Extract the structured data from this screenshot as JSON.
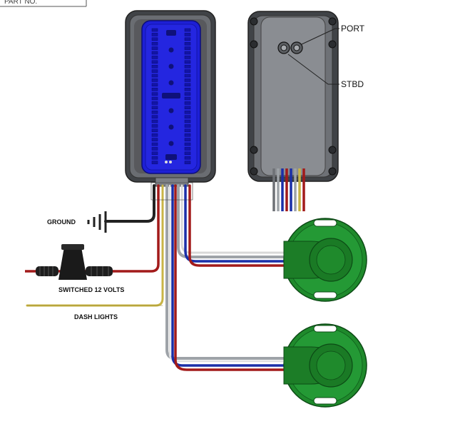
{
  "header": {
    "part_no_label": "PART NO."
  },
  "labels": {
    "port": "PORT",
    "stbd": "STBD",
    "ground": "GROUND",
    "switched_12_volts": "SWITCHED 12 VOLTS",
    "dash_lights": "DASH LIGHTS"
  },
  "colors": {
    "display_blue": "#1d1fd6",
    "housing_gray": "#5e6166",
    "tab_green": "#1f8a2c",
    "wire_red": "#a21a1a",
    "wire_blue": "#1a2fa8",
    "wire_gray": "#9ea3a8",
    "wire_yellow": "#c8b446",
    "wire_black": "#222222",
    "wire_white": "#e8e8e8"
  }
}
